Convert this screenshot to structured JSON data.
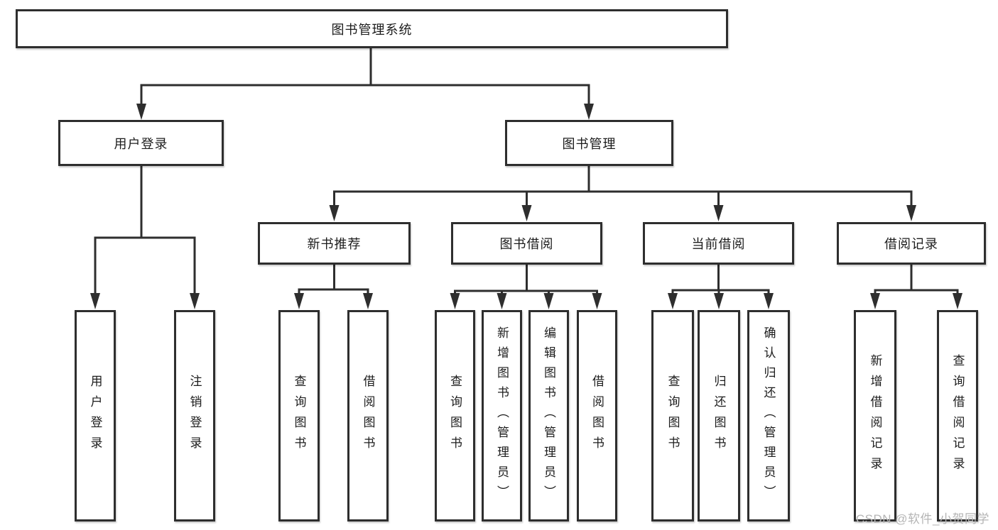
{
  "diagram_type": "hierarchy-diagram",
  "colors": {
    "line": "#2e2e2e",
    "box_border": "#2e2e2e",
    "text": "#1c1c1c",
    "watermark_text": "#b5b5b5",
    "background": "#ffffff"
  },
  "tree": {
    "label": "图书管理系统",
    "children": [
      {
        "label": "用户登录",
        "children": [
          {
            "label": "用户登录"
          },
          {
            "label": "注销登录"
          }
        ]
      },
      {
        "label": "图书管理",
        "children": [
          {
            "label": "新书推荐",
            "children": [
              {
                "label": "查询图书"
              },
              {
                "label": "借阅图书"
              }
            ]
          },
          {
            "label": "图书借阅",
            "children": [
              {
                "label": "查询图书"
              },
              {
                "label": "新增图书（管理员）"
              },
              {
                "label": "编辑图书（管理员）"
              },
              {
                "label": "借阅图书"
              }
            ]
          },
          {
            "label": "当前借阅",
            "children": [
              {
                "label": "查询图书"
              },
              {
                "label": "归还图书"
              },
              {
                "label": "确认归还（管理员）"
              }
            ]
          },
          {
            "label": "借阅记录",
            "children": [
              {
                "label": "新增借阅记录"
              },
              {
                "label": "查询借阅记录"
              }
            ]
          }
        ]
      }
    ]
  },
  "watermark": {
    "text": "CSDN @软件_小贺同学"
  }
}
